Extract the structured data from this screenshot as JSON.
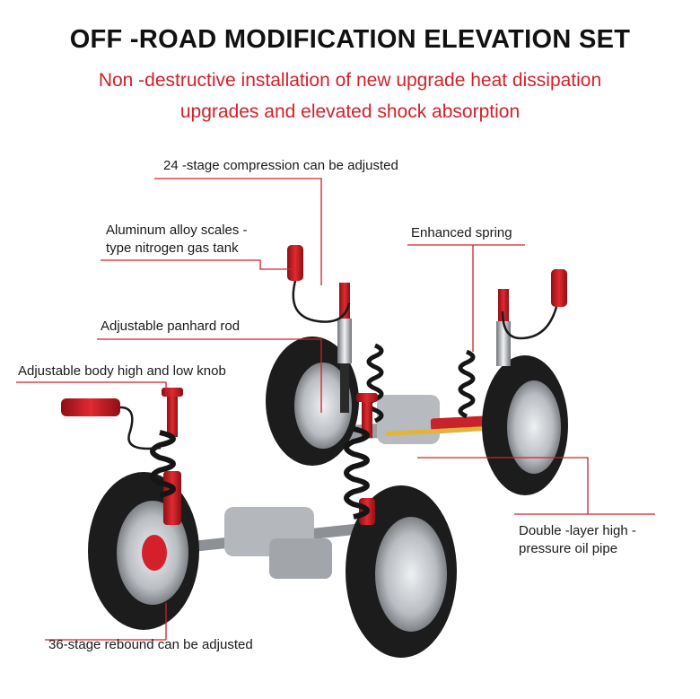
{
  "title": "OFF -ROAD MODIFICATION ELEVATION SET",
  "subtitle": {
    "line1": "Non -destructive installation of new upgrade heat dissipation",
    "line2": "upgrades and elevated shock absorption"
  },
  "callouts": {
    "compression": "24 -stage compression can be adjusted",
    "gas_tank_line1": "Aluminum alloy scales -",
    "gas_tank_line2": "type nitrogen gas tank",
    "spring": "Enhanced spring",
    "panhard": "Adjustable panhard rod",
    "knob": "Adjustable body high and low knob",
    "oil_pipe_line1": "Double -layer high -",
    "oil_pipe_line2": "pressure oil pipe",
    "rebound": "36-stage  rebound can be adjusted"
  },
  "colors": {
    "accent_red": "#d3202a",
    "leader_line": "#d3202a",
    "tire": "#1c1c1c",
    "rim": "#c9ccd0",
    "axle": "#8d9196",
    "spring": "#151515"
  }
}
